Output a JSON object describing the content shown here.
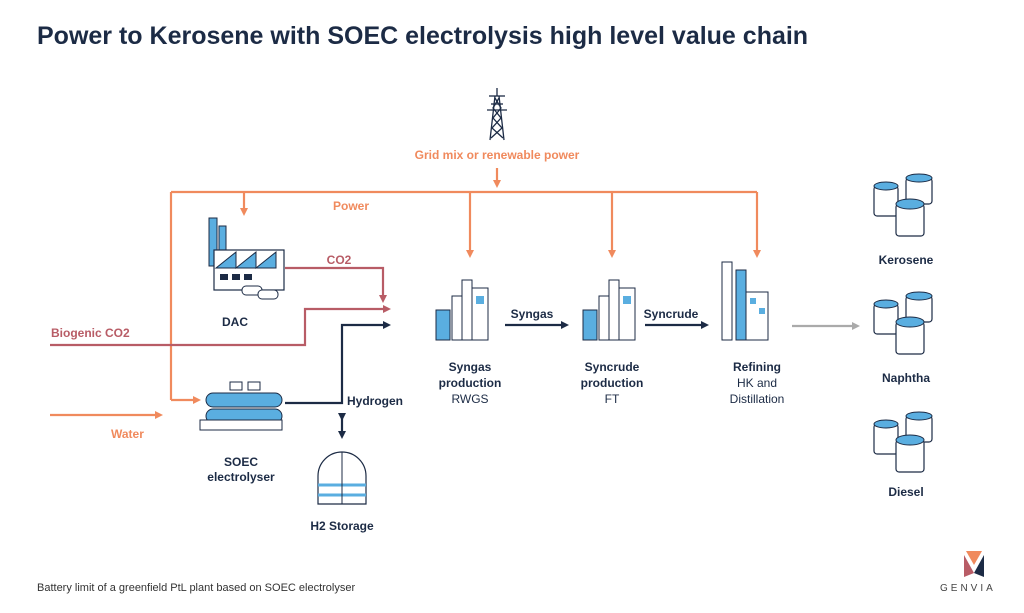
{
  "title": "Power to Kerosene with SOEC electrolysis high level value chain",
  "footnote": "Battery limit of a greenfield PtL plant based on SOEC electrolyser",
  "logo_text": "GENVIA",
  "colors": {
    "power": "#f08a5d",
    "co2": "#b85c66",
    "process": "#1c2b45",
    "output": "#aaaaaa",
    "equipment": "#5aaee0"
  },
  "labels": {
    "grid_power": "Grid mix or renewable power",
    "power": "Power",
    "co2": "CO2",
    "biogenic_co2": "Biogenic CO2",
    "water": "Water",
    "hydrogen": "Hydrogen",
    "syngas": "Syngas",
    "syncrude": "Syncrude"
  },
  "nodes": {
    "dac": "DAC",
    "soec_1": "SOEC",
    "soec_2": "electrolyser",
    "h2_storage": "H2 Storage",
    "syngas_1": "Syngas",
    "syngas_2": "production",
    "syngas_sub": "RWGS",
    "syncrude_1": "Syncrude",
    "syncrude_2": "production",
    "syncrude_sub": "FT",
    "refining": "Refining",
    "refining_sub_1": "HK and",
    "refining_sub_2": "Distillation"
  },
  "products": [
    "Kerosene",
    "Naphtha",
    "Diesel"
  ]
}
